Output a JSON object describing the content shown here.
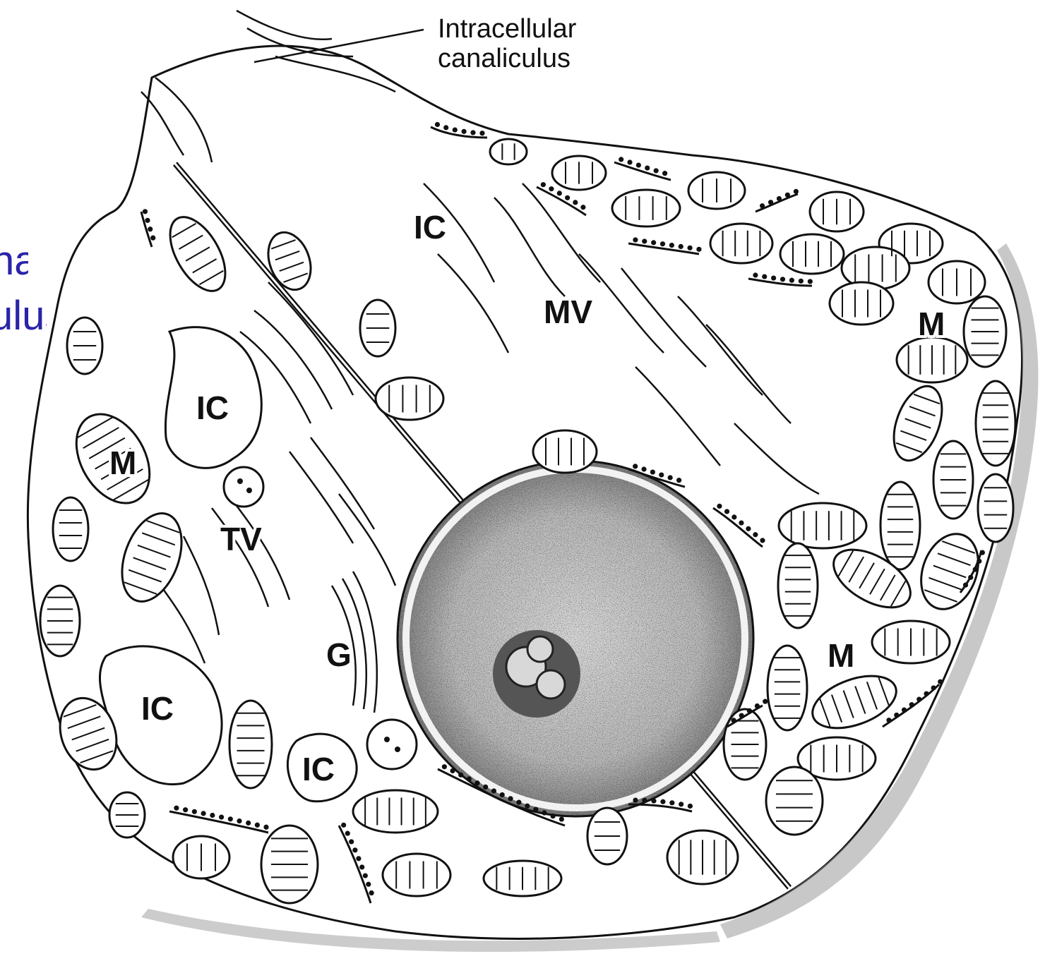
{
  "colors": {
    "ink": "#111111",
    "cropped_text": "#2a24a8",
    "stipple": "#8a8a8a",
    "background": "#ffffff"
  },
  "cropped_text": {
    "line1": "na",
    "line2": "ulus"
  },
  "callout": {
    "line1": "Intracellular",
    "line2": "canaliculus"
  },
  "labels": {
    "ic_top": "IC",
    "mv": "MV",
    "m_right_upper": "M",
    "ic_mid": "IC",
    "m_left": "M",
    "tv": "TV",
    "g": "G",
    "m_right_lower": "M",
    "ic_lower_left": "IC",
    "ic_lower_mid": "IC"
  }
}
